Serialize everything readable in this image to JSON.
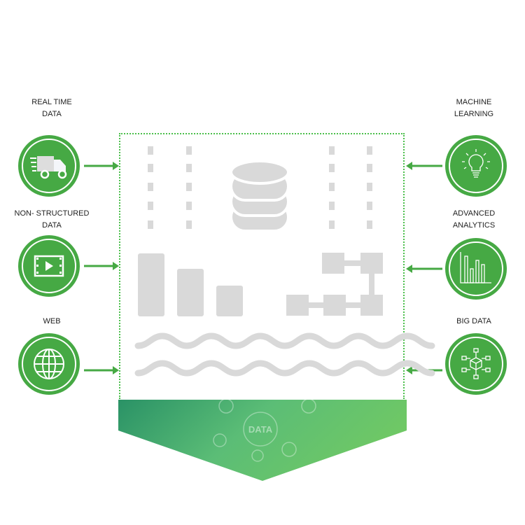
{
  "left": [
    {
      "label1": "REAL TIME",
      "label2": "DATA",
      "icon": "truck-icon"
    },
    {
      "label1": "NON- STRUCTURED",
      "label2": "DATA",
      "icon": "video-icon"
    },
    {
      "label1": "WEB",
      "label2": "",
      "icon": "globe-icon"
    }
  ],
  "right": [
    {
      "label1": "MACHINE",
      "label2": "LEARNING",
      "icon": "lightbulb-icon"
    },
    {
      "label1": "ADVANCED",
      "label2": "ANALYTICS",
      "icon": "bar-chart-icon"
    },
    {
      "label1": "BIG DATA",
      "label2": "",
      "icon": "network-cube-icon"
    }
  ],
  "banner": {
    "text": "DATA"
  },
  "colors": {
    "green": "#46a944",
    "gray": "#d9d9d9"
  }
}
